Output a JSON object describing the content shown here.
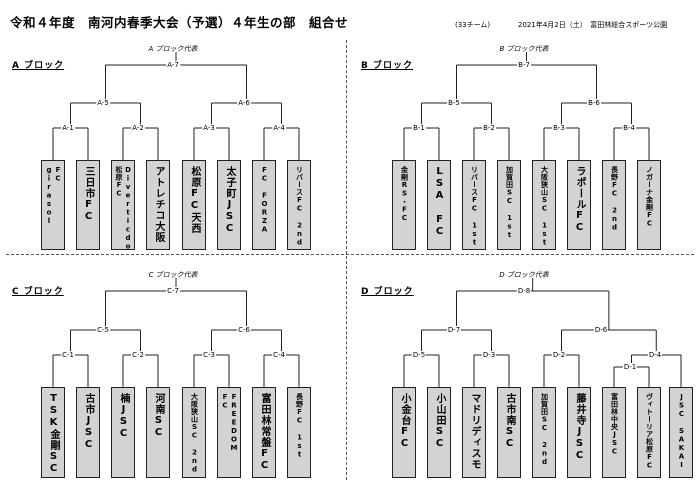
{
  "header": {
    "title": "令和４年度　南河内春季大会（予選）４年生の部　組合せ",
    "teams_count": "(33チーム)",
    "date_venue": "2021年4月2日（土）　富田林総合スポーツ公園"
  },
  "blocks": {
    "a": {
      "label": "A ブロック",
      "rep": "A ブロック代表",
      "final": "A-7",
      "semis": [
        "A-5",
        "A-6"
      ],
      "quarters": [
        "A-1",
        "A-2",
        "A-3",
        "A-4"
      ],
      "teams": [
        "FC girasol",
        "三日市FC",
        "Diverticdo 松原FC",
        "アトレチコ大阪",
        "松原FC天西",
        "太子町JSC",
        "FC FORZA",
        "リバースFC 2nd"
      ]
    },
    "b": {
      "label": "B ブロック",
      "rep": "B ブロック代表",
      "final": "B-7",
      "semis": [
        "B-5",
        "B-6"
      ],
      "quarters": [
        "B-1",
        "B-2",
        "B-3",
        "B-4"
      ],
      "teams": [
        "金剛RS・FC",
        "LSA FC",
        "リバースFC 1st",
        "加賀田SC 1st",
        "大阪狭山SC 1st",
        "ラポールFC",
        "長野FC 2nd",
        "ノガーナ金剛FC"
      ]
    },
    "c": {
      "label": "C ブロック",
      "rep": "C ブロック代表",
      "final": "C-7",
      "semis": [
        "C-5",
        "C-6"
      ],
      "quarters": [
        "C-1",
        "C-2",
        "C-3",
        "C-4"
      ],
      "teams": [
        "TSK金剛SC",
        "古市JSC",
        "楠JSC",
        "河南SC",
        "大阪狭山SC 2nd",
        "FREEDOM FC",
        "富田林常盤FC",
        "長野FC 1st"
      ]
    },
    "d": {
      "label": "D ブロック",
      "rep": "D ブロック代表",
      "final": "D-8",
      "semis": [
        "D-7",
        "D-6"
      ],
      "quarters": [
        "D-5",
        "D-3",
        "D-2",
        "D-4"
      ],
      "extra": "D-1",
      "teams": [
        "小金台FC",
        "小山田SC",
        "マドリディスモ",
        "古市南SC",
        "加賀田SC 2nd",
        "藤井寺JSC",
        "富田林中央JSC",
        "ヴィトーリア松原FC",
        "JSC SAKAI"
      ]
    }
  }
}
